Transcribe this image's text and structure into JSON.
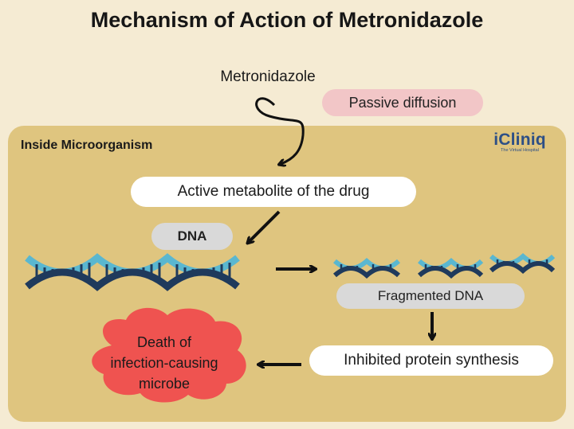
{
  "title": "Mechanism of Action of Metronidazole",
  "drug_label": "Metronidazole",
  "passive_diffusion": "Passive diffusion",
  "panel_label": "Inside Microorganism",
  "logo": {
    "brand": "iCliniq",
    "tagline": "The Virtual Hospital"
  },
  "steps": {
    "metabolite": "Active metabolite of the drug",
    "dna": "DNA",
    "fragmented": "Fragmented DNA",
    "inhibited": "Inhibited protein synthesis",
    "death": [
      "Death of",
      "infection-causing",
      "microbe"
    ]
  },
  "colors": {
    "background": "#f5ebd3",
    "panel": "#dfc57f",
    "pill": "#f2c6c7",
    "death_cloud": "#ef5350",
    "dna_dark": "#1f3a5c",
    "dna_light": "#5ab7d0"
  }
}
